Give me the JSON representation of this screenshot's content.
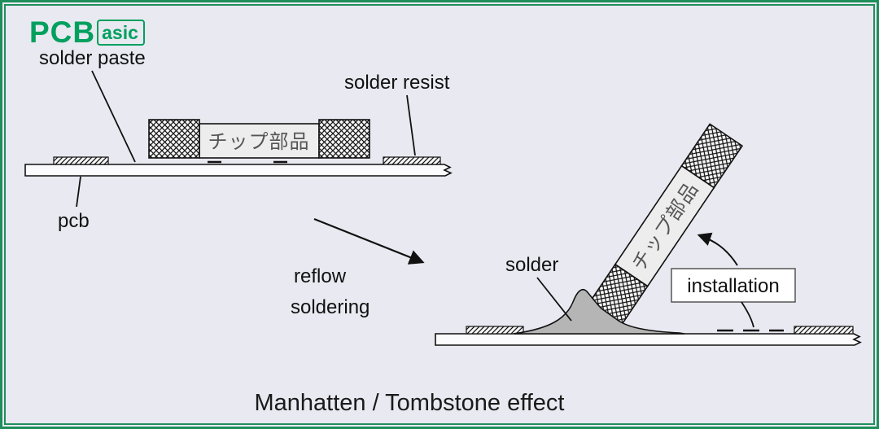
{
  "logo": {
    "pcb": "PCB",
    "asic": "asic"
  },
  "left_diagram": {
    "solder_paste_label": "solder paste",
    "solder_resist_label": "solder resist",
    "pcb_label": "pcb",
    "chip_text": "チップ部品"
  },
  "center": {
    "reflow_line1": "reflow",
    "reflow_line2": "soldering"
  },
  "right_diagram": {
    "solder_label": "solder",
    "installation_label": "installation",
    "chip_text": "チップ部品"
  },
  "caption": "Manhatten / Tombstone effect",
  "colors": {
    "frame_green": "#1e8e5a",
    "logo_green": "#00a05e",
    "background": "#e9e9f1",
    "solder_gray": "#b5b5b5",
    "chip_body": "#ededed",
    "stroke": "#111111"
  }
}
